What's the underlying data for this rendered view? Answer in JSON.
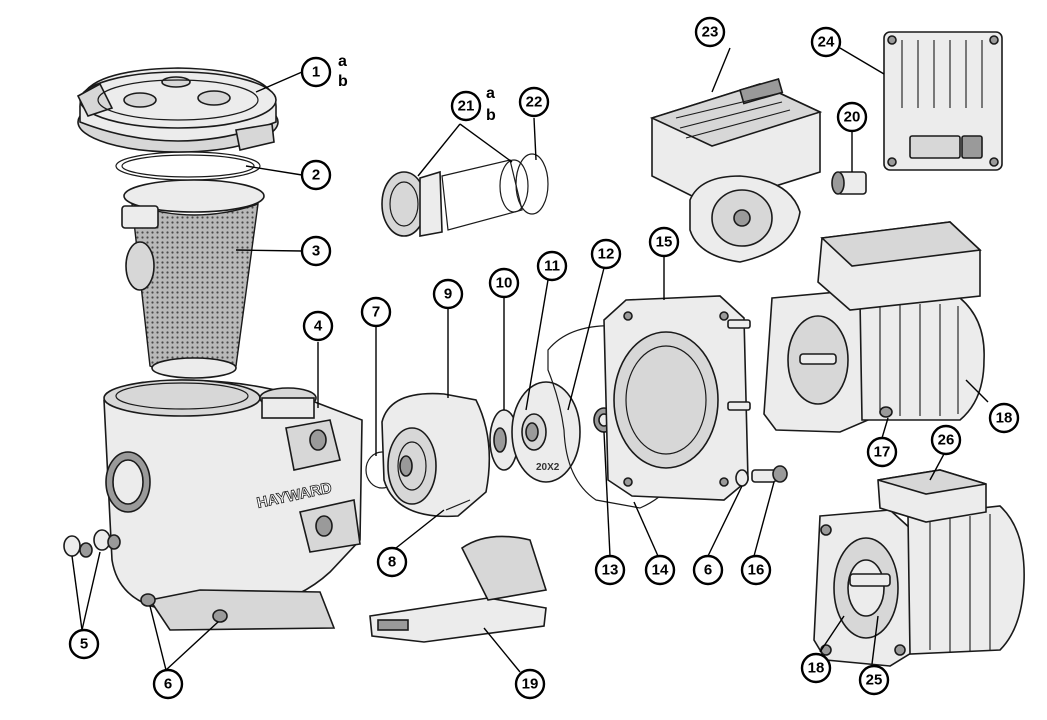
{
  "diagram": {
    "brand_label": "HAYWARD",
    "impeller_mark": "20X2",
    "callouts": {
      "p1": "1",
      "p2": "2",
      "p3": "3",
      "p4": "4",
      "p5": "5",
      "p6a": "6",
      "p6b": "6",
      "p7": "7",
      "p8": "8",
      "p9": "9",
      "p10": "10",
      "p11": "11",
      "p12": "12",
      "p13": "13",
      "p14": "14",
      "p15": "15",
      "p16": "16",
      "p17": "17",
      "p18a": "18",
      "p18b": "18",
      "p19": "19",
      "p20": "20",
      "p21": "21",
      "p22": "22",
      "p23": "23",
      "p24": "24",
      "p25": "25",
      "p26": "26"
    },
    "sub_labels": {
      "p1_a": "a",
      "p1_b": "b",
      "p21_a": "a",
      "p21_b": "b"
    }
  }
}
